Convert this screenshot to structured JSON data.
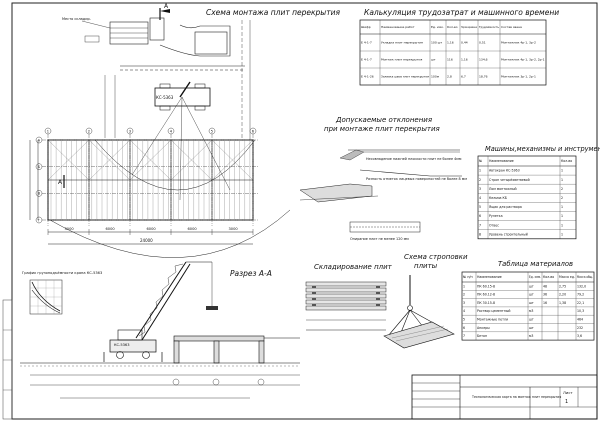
{
  "sheet": {
    "titles": {
      "plan": "Схема монтажа плит перекрытия",
      "calc": "Калькуляция трудозатрат и машинного времени",
      "tolerances_line1": "Допускаемые отклонения",
      "tolerances_line2": "при монтаже плит перекрытия",
      "machines": "Машины,механизмы и инструменты",
      "storage": "Складирование плит",
      "sling_line1": "Схема строповки",
      "sling_line2": "плиты",
      "section": "Разрез А-А",
      "materials": "Таблица материалов",
      "graph": "График грузоподъёмности крана КС-5363"
    },
    "section_marker": "А",
    "crane_label": "КС-5363",
    "plan_dims": [
      "3000",
      "6000",
      "6000",
      "6000",
      "3000"
    ],
    "plan_total": "24000",
    "axis_letters": [
      "А",
      "Б",
      "В",
      "Г"
    ],
    "axis_numbers": [
      "1",
      "2",
      "3",
      "4",
      "5",
      "6"
    ],
    "notes": {
      "storage_zone": "Место складир.",
      "tol1": "Несовпадение нижней плоскости плит не более 4мм",
      "tol2": "Разность отметок лицевых поверхностей не более 8 мм",
      "tol3": "Опирание плит не менее 120 мм"
    },
    "calc_table": {
      "headers": [
        "Шифр",
        "Наименование работ",
        "Ед. изм.",
        "Кол-во",
        "Норма времени",
        "Трудоёмкость",
        "Состав звена"
      ],
      "rows": [
        [
          "Е 4-1-7",
          "Укладка плит перекрытия",
          "100 шт",
          "1,16",
          "0,44",
          "0,51",
          "Монтажник 4р-1, 3р-2"
        ],
        [
          "Е 4-1-7",
          "Монтаж плит перекрытия",
          "шт",
          "116",
          "1,16",
          "134,6",
          "Монтажник 4р-1, 3р-2, 2р-1"
        ],
        [
          "Е 4-1-26",
          "Заливка швов плит перекрытия",
          "100м",
          "2,8",
          "6,7",
          "18,76",
          "Монтажник 3р-1, 2р-1"
        ]
      ]
    },
    "machines_table": {
      "headers": [
        "№",
        "Наименование",
        "Кол-во"
      ],
      "rows": [
        [
          "1",
          "Автокран КС-5363",
          "1"
        ],
        [
          "2",
          "Строп четырёхветвевой",
          "1"
        ],
        [
          "3",
          "Лом монтажный",
          "2"
        ],
        [
          "4",
          "Кельма КБ",
          "2"
        ],
        [
          "5",
          "Ящик для раствора",
          "1"
        ],
        [
          "6",
          "Рулетка",
          "1"
        ],
        [
          "7",
          "Отвес",
          "1"
        ],
        [
          "8",
          "Уровень строительный",
          "1"
        ]
      ]
    },
    "materials_table": {
      "headers": [
        "№ п/п",
        "Наименование",
        "Ед. изм.",
        "Кол-во",
        "Масса ед.",
        "Масса общ."
      ],
      "rows": [
        [
          "1",
          "ПК 60.15-8",
          "шт",
          "48",
          "2,75",
          "132,0"
        ],
        [
          "2",
          "ПК 60.12-8",
          "шт",
          "36",
          "2,20",
          "79,2"
        ],
        [
          "3",
          "ПК 30.15-8",
          "шт",
          "16",
          "1,38",
          "22,1"
        ],
        [
          "4",
          "Раствор цементный",
          "м3",
          "",
          "",
          "10,3"
        ],
        [
          "5",
          "Монтажные петли",
          "шт",
          "",
          "",
          "464"
        ],
        [
          "6",
          "Анкеры",
          "шт",
          "",
          "",
          "232"
        ],
        [
          "7",
          "Бетон",
          "м3",
          "",
          "",
          "3,6"
        ]
      ]
    },
    "stamp": {
      "sheet_label": "Лист",
      "sheet_no": "1",
      "project": "Технологическая карта на монтаж плит перекрытия"
    }
  }
}
